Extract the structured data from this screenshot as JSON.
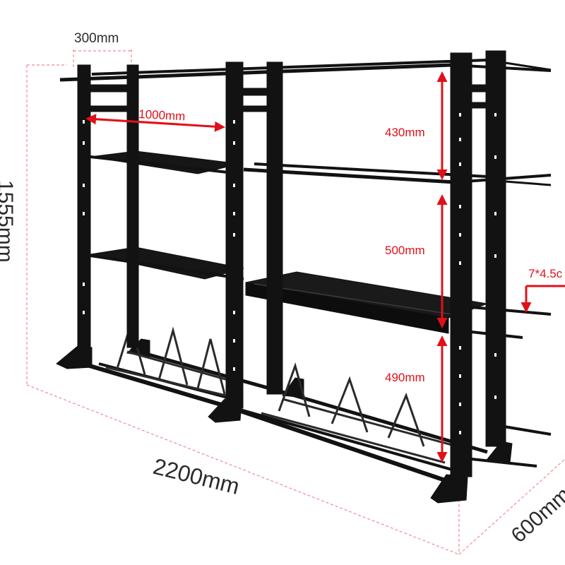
{
  "colors": {
    "background": "#ffffff",
    "frame": "#121212",
    "frame_highlight": "#3a3a3a",
    "red_dimension": "#e0101a",
    "pink_guide": "#ef8a94",
    "dark_dimension_text": "#2b2b2b"
  },
  "dimensions": {
    "top_width": "300mm",
    "bay_width": "1000mm",
    "tier1_height": "430mm",
    "tier2_height": "500mm",
    "tier3_height": "490mm",
    "peg_size": "7*4.5c",
    "total_height": "1555mm",
    "total_length": "2200mm",
    "depth": "600mm"
  }
}
